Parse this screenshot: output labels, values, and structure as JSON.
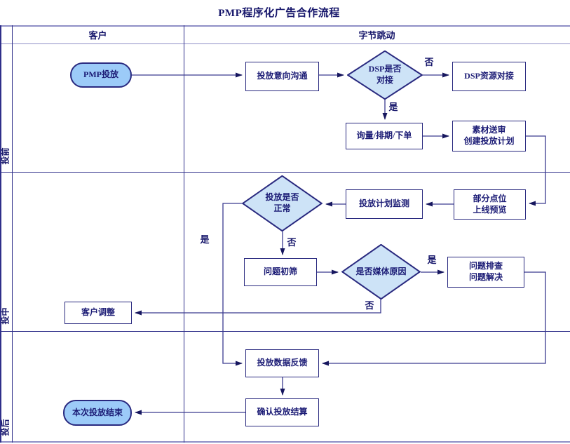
{
  "diagram": {
    "title": "PMP程序化广告合作流程",
    "columns": {
      "customer": "客户",
      "bytedance": "字节跳动"
    },
    "lanes": {
      "pre": "投前",
      "mid": "投中",
      "post": "投后"
    },
    "colors": {
      "line_navy": "#29297f",
      "grid_navy": "#2f2f8a",
      "outer_border": "#8f8fc6",
      "stadium_fill": "#9ccbf8",
      "diamond_fill": "#cde3f7",
      "text_navy": "#1b1b75"
    },
    "nodes": {
      "pmp_start": {
        "label": "PMP投放"
      },
      "intent_comm": {
        "label": "投放意向沟通"
      },
      "dsp_decision": {
        "lines": [
          "DSP是否",
          "对接"
        ]
      },
      "dsp_connect": {
        "label": "DSP资源对接"
      },
      "inquiry_order": {
        "label": "询量/排期/下单"
      },
      "material_review": {
        "lines": [
          "素材送审",
          "创建投放计划"
        ]
      },
      "preview_online": {
        "lines": [
          "部分点位",
          "上线预览"
        ]
      },
      "plan_monitor": {
        "label": "投放计划监测"
      },
      "delivery_ok": {
        "lines": [
          "投放是否",
          "正常"
        ]
      },
      "issue_screening": {
        "label": "问题初筛"
      },
      "media_cause": {
        "label": "是否媒体原因"
      },
      "issue_resolve": {
        "lines": [
          "问题排查",
          "问题解决"
        ]
      },
      "customer_adjust": {
        "label": "客户调整"
      },
      "data_feedback": {
        "label": "投放数据反馈"
      },
      "confirm_settlement": {
        "label": "确认投放结算"
      },
      "end_node": {
        "label": "本次投放结束"
      }
    },
    "edge_labels": {
      "dsp_no": "否",
      "dsp_yes": "是",
      "ok_yes": "是",
      "ok_no": "否",
      "media_yes": "是",
      "media_no": "否"
    }
  }
}
